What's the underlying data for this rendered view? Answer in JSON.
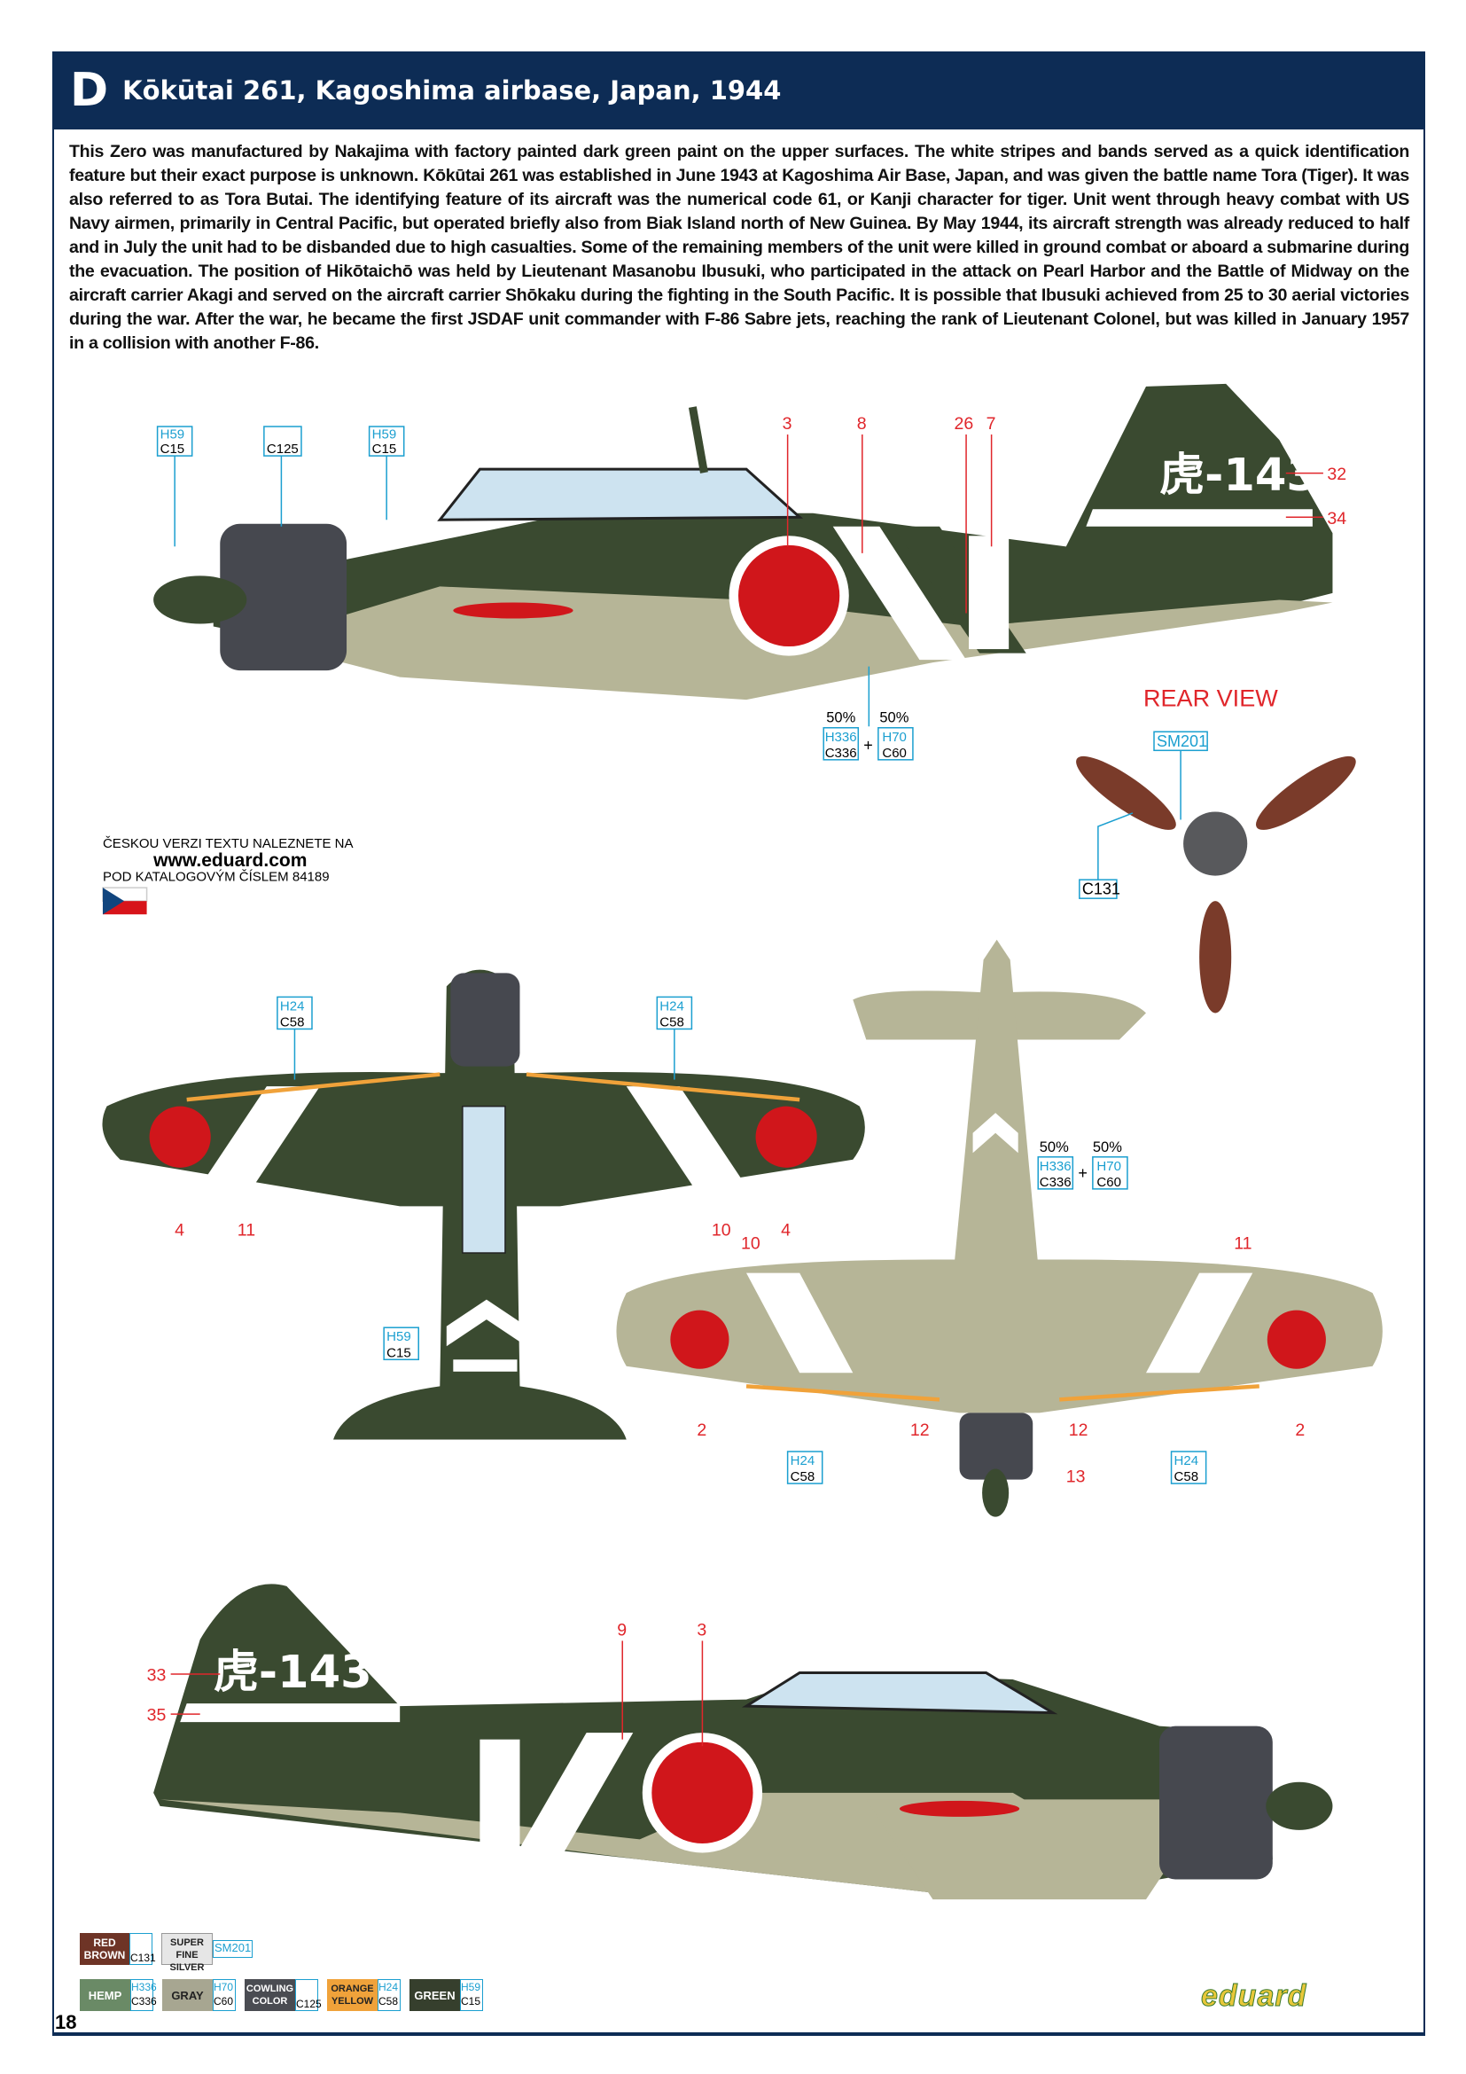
{
  "header": {
    "letter": "D",
    "title": "Kōkūtai 261, Kagoshima airbase, Japan, 1944"
  },
  "description": "This Zero was manufactured by Nakajima with factory painted dark green paint on the upper surfaces. The white stripes and bands served as a quick identification feature but their exact purpose is unknown. Kōkūtai 261 was established in June 1943 at Kagoshima Air Base, Japan, and was given the battle name Tora (Tiger). It was also referred to as Tora Butai. The identifying feature of its aircraft was the numerical code 61, or Kanji character for tiger. Unit went through heavy combat with US Navy airmen, primarily in Central Pacific, but operated briefly also from Biak Island north of New Guinea. By May 1944, its aircraft strength was already reduced to half and in July the unit had to be disbanded due to high casualties. Some of the remaining members of the unit were killed in ground combat or aboard a submarine during the evacuation. The position of Hikōtaichō was held by Lieutenant Masanobu Ibusuki, who participated in the attack on Pearl Harbor and the Battle of Midway on the aircraft carrier Akagi and served on the aircraft carrier Shōkaku during the fighting in the South Pacific. It is possible that Ibusuki achieved from 25 to 30 aerial victories during the war. After the war, he became the first JSDAF unit commander with F-86 Sabre jets, reaching the rank of Lieutenant Colonel, but was killed in January 1957 in a collision with another F-86.",
  "codes": {
    "h59": "H59",
    "c15": "C15",
    "c125": "C125",
    "h24": "H24",
    "c58": "C58",
    "h336": "H336",
    "c336": "C336",
    "h70": "H70",
    "c60": "C60",
    "sm201": "SM201",
    "c131": "C131",
    "pct": "50%",
    "plus": "+"
  },
  "callouts": {
    "n2": "2",
    "n3": "3",
    "n4": "4",
    "n7": "7",
    "n8": "8",
    "n9": "9",
    "n10": "10",
    "n11": "11",
    "n12": "12",
    "n13": "13",
    "n26": "26",
    "n32": "32",
    "n33": "33",
    "n34": "34",
    "n35": "35"
  },
  "tail_code": "虎-143",
  "rear_view": "REAR VIEW",
  "czech_note": {
    "line1": "ČESKOU VERZI TEXTU NALEZNETE NA",
    "url": "www.eduard.com",
    "line2": "POD KATALOGOVÝM ČÍSLEM 84189"
  },
  "legend": [
    {
      "name1": "RED",
      "name2": "BROWN",
      "h": "",
      "c": "C131",
      "color": "#6e3426",
      "text": "#fff"
    },
    {
      "name1": "SUPER",
      "name2": "FINE SILVER",
      "h": "SM201",
      "c": "",
      "color": "#e6e6e6",
      "text": "#222"
    },
    {
      "name1": "HEMP",
      "name2": "",
      "h": "H336",
      "c": "C336",
      "color": "#6a8a66",
      "text": "#fff"
    },
    {
      "name1": "GRAY",
      "name2": "",
      "h": "H70",
      "c": "C60",
      "color": "#a7a691",
      "text": "#222"
    },
    {
      "name1": "COWLING",
      "name2": "COLOR",
      "h": "",
      "c": "C125",
      "color": "#4a4c52",
      "text": "#fff"
    },
    {
      "name1": "ORANGE",
      "name2": "YELLOW",
      "h": "H24",
      "c": "C58",
      "color": "#f0a23a",
      "text": "#222"
    },
    {
      "name1": "GREEN",
      "name2": "",
      "h": "H59",
      "c": "C15",
      "color": "#363f2d",
      "text": "#fff"
    }
  ],
  "page_number": "18",
  "brand": "eduard",
  "colors": {
    "green": "#3a4a30",
    "underside": "#b6b597",
    "hinomaru": "#d0161b",
    "cowl": "#46484f",
    "navy": "#0d2c55"
  }
}
